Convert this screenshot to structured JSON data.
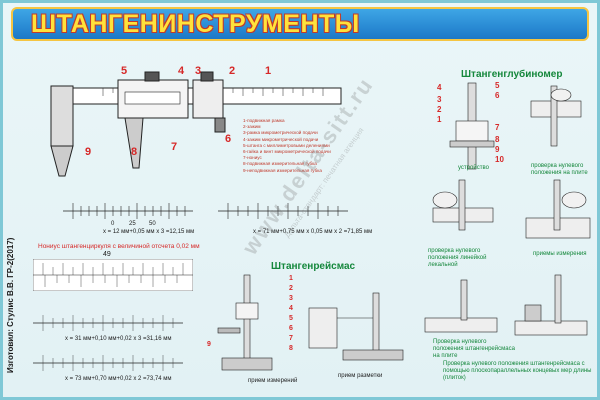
{
  "title": "ШТАНГЕНИНСТРУМЕНТЫ",
  "caliper": {
    "callouts": [
      "1",
      "2",
      "3",
      "4",
      "5",
      "6",
      "7",
      "8",
      "9"
    ],
    "legend": [
      "1-подвижная рамка",
      "2-зажим",
      "3-рамка микрометрической подачи",
      "4-зажим микрометрической подачи",
      "5-штанга с миллиметровыми делениями",
      "6-гайка и винт микрометрической подачи",
      "7-нониус",
      "8-подвижная измерительная губка",
      "9-неподвижная измерительная губка"
    ]
  },
  "scales": {
    "readings": [
      "x = 12 мм+0,05 мм x 3 =12,15 мм",
      "x = 71 мм+0,75 мм x 0,05 мм x 2 =71,85 мм",
      "x = 31 мм+0,10 мм+0,02 x 3 =31,16 мм",
      "x = 73 мм+0,70 мм+0,02 x 2 =73,74 мм"
    ],
    "vernier_title": "Нониус штангенциркуля с величиной отсчета 0,02 мм",
    "vernier_value": "49",
    "tick_labels": [
      "0",
      "25",
      "50",
      "10",
      "20",
      "30",
      "40",
      "0"
    ]
  },
  "depth_gauge": {
    "title": "Штангенглубиномер",
    "callouts": [
      "4",
      "5",
      "6",
      "3",
      "2",
      "1",
      "7",
      "8",
      "9",
      "10"
    ],
    "captions": [
      "устройство",
      "проверка нулевого положения на плите",
      "проверка нулевого положения линейкой лекальной",
      "приемы измерения"
    ]
  },
  "height_gauge": {
    "title": "Штангенрейсмас",
    "callouts": [
      "9",
      "8",
      "7",
      "6",
      "5",
      "4",
      "3",
      "2",
      "1"
    ],
    "captions": [
      "прием измерений",
      "прием разметки",
      "Проверка нулевого положения штангенрейсмаса на плите",
      "Проверка нулевого положения штангенрейсмаса с помощью плоскопараллельных концевых мер длины (плиток)"
    ]
  },
  "author": "Изготовил: Стулис В.В. ГР-2(2017)",
  "watermark": "www.delta-sitt.ru",
  "watermark_sub": "Дельта-стандарт: печатная агенция",
  "colors": {
    "banner": "#1c78c7",
    "title_text": "#ffe23b",
    "accent_red": "#d62828",
    "accent_green": "#14873b",
    "background": "#e6f3f6"
  }
}
